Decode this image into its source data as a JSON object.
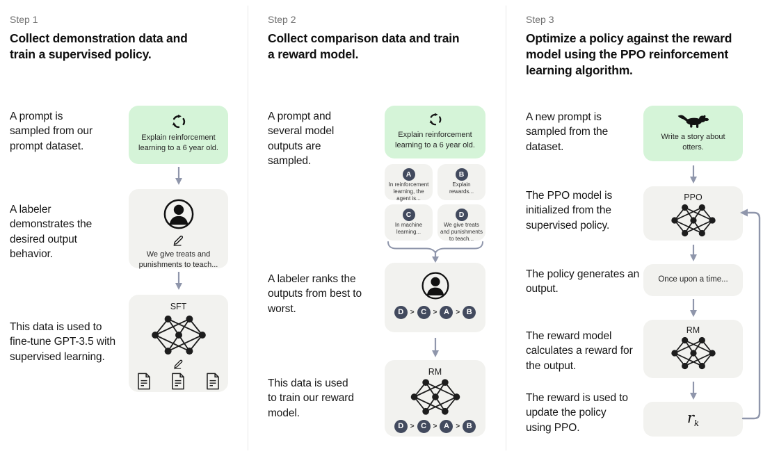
{
  "colors": {
    "prompt_green": "#d5f4d8",
    "card_gray": "#f2f2ef",
    "badge_dark": "#424a5e",
    "arrow": "#8f96ab",
    "divider": "#e8e8e8",
    "step_label": "#6f6f6f"
  },
  "steps": [
    {
      "label": "Step 1",
      "title": "Collect demonstration data and train a supervised policy.",
      "captions": [
        "A prompt is sampled from our prompt dataset.",
        "A labeler demonstrates the desired output behavior.",
        "This data is used to fine-tune GPT-3.5 with supervised learning."
      ],
      "prompt_box": {
        "icon": "cycle-icon",
        "text": "Explain reinforcement learning to a 6 year old."
      },
      "labeler_box": {
        "icon": "labeler-person-icon",
        "text": "We give treats and punishments to teach..."
      },
      "model_box": {
        "label": "SFT",
        "icons": [
          "neural-network-icon",
          "pencil-icon",
          "documents-icon"
        ]
      }
    },
    {
      "label": "Step 2",
      "title": "Collect comparison data and train a reward model.",
      "captions": [
        "A prompt and several model outputs are sampled.",
        "A labeler ranks the outputs from best to worst.",
        "This data is used to train our reward model."
      ],
      "prompt_box": {
        "icon": "cycle-icon",
        "text": "Explain reinforcement learning to a 6 year old."
      },
      "outputs": [
        {
          "letter": "A",
          "text": "In reinforcement learning, the agent is..."
        },
        {
          "letter": "B",
          "text": "Explain rewards..."
        },
        {
          "letter": "C",
          "text": "In machine learning..."
        },
        {
          "letter": "D",
          "text": "We give treats and punishments to teach..."
        }
      ],
      "ranking": {
        "separator": ">",
        "order": [
          "D",
          "C",
          "A",
          "B"
        ]
      },
      "model_box": {
        "label": "RM",
        "icons": [
          "neural-network-icon"
        ]
      }
    },
    {
      "label": "Step 3",
      "title": "Optimize a policy against the reward model using the PPO reinforcement learning algorithm.",
      "captions": [
        "A new prompt is sampled from the dataset.",
        "The PPO model is initialized from the supervised policy.",
        "The policy generates an output.",
        "The reward model calculates a reward for the output.",
        "The reward is used to update the policy using PPO."
      ],
      "prompt_box": {
        "icon": "otter-icon",
        "text": "Write a story about otters."
      },
      "ppo_box": {
        "label": "PPO",
        "icons": [
          "neural-network-icon"
        ]
      },
      "output_box": {
        "text": "Once upon a time..."
      },
      "rm_box": {
        "label": "RM",
        "icons": [
          "neural-network-icon"
        ]
      },
      "reward_box": {
        "base": "r",
        "subscript": "k"
      }
    }
  ]
}
